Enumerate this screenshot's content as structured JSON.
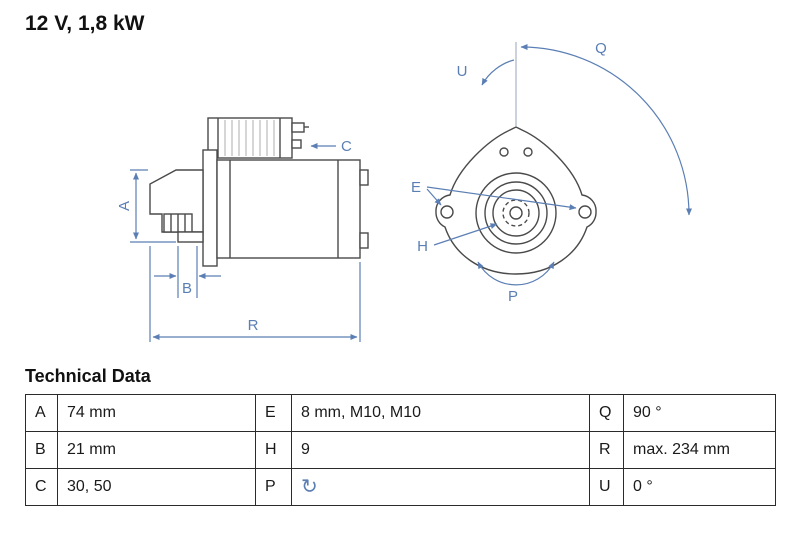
{
  "header": {
    "title": "12 V, 1,8 kW"
  },
  "diagram": {
    "dimension_color": "#5b7fb4",
    "labels": {
      "A": "A",
      "B": "B",
      "C": "C",
      "R": "R",
      "E": "E",
      "H": "H",
      "P": "P",
      "Q": "Q",
      "U": "U"
    }
  },
  "technical_data": {
    "heading": "Technical Data",
    "rotation_icon": "↻",
    "rows": [
      {
        "k1": "A",
        "v1": "74 mm",
        "k2": "E",
        "v2": "8 mm, M10, M10",
        "k3": "Q",
        "v3": "90 °"
      },
      {
        "k1": "B",
        "v1": "21 mm",
        "k2": "H",
        "v2": "9",
        "k3": "R",
        "v3": "max. 234 mm"
      },
      {
        "k1": "C",
        "v1": "30, 50",
        "k2": "P",
        "v2": "",
        "k3": "U",
        "v3": "0 °"
      }
    ]
  }
}
